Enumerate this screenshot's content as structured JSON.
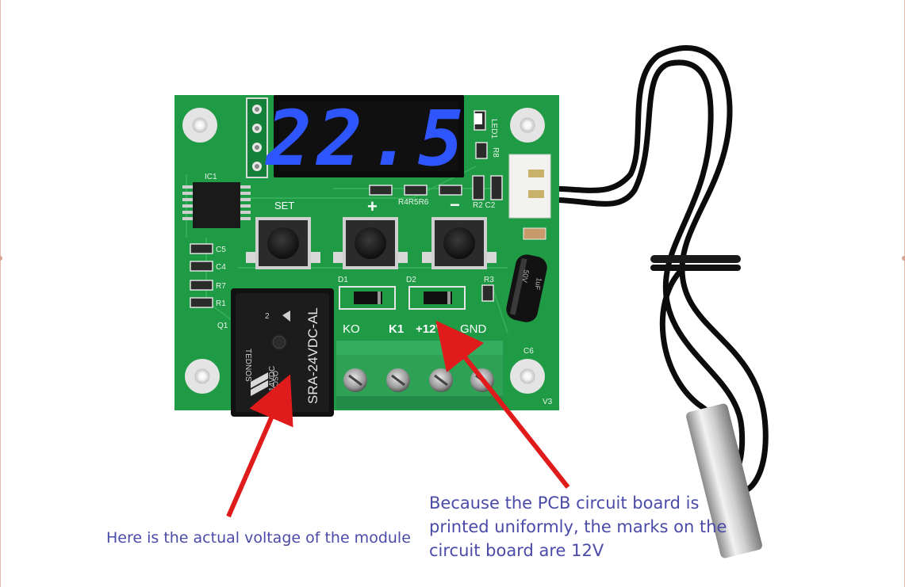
{
  "display": {
    "digits": "22.5"
  },
  "pcb": {
    "button_labels": {
      "set": "SET",
      "plus": "+",
      "minus": "−"
    },
    "terminal_labels": [
      "KO",
      "K1",
      "+12V",
      "GND"
    ],
    "component_labels": {
      "ic": "IC1",
      "d1": "D1",
      "d2": "D2",
      "r1": "R1",
      "r3": "R3",
      "r7": "R7",
      "r8": "R8",
      "c4": "C4",
      "c5": "C5",
      "c6": "C6",
      "q1": "Q1",
      "resistor_group": "R4R5R6",
      "r2c2": "R2 C2",
      "led": "LED1",
      "rev": "V3"
    },
    "capacitor_text": [
      "50V",
      "1uF"
    ],
    "relay": {
      "model": "SRA-24VDC-AL",
      "brand": "TEDNOS",
      "rating": "20A 14VDC",
      "code": "OSCM",
      "pin": "2"
    }
  },
  "annotations": {
    "left": "Here is the actual voltage of the module",
    "right": "Because the PCB circuit board is printed uniformly, the marks on the circuit board are 12V"
  },
  "colors": {
    "pcb_green": "#1f9a45",
    "display_blue": "#2f55ff",
    "arrow_red": "#e01b1b",
    "annotation_text": "#4a4aa8",
    "terminal_green": "#2fa155"
  }
}
